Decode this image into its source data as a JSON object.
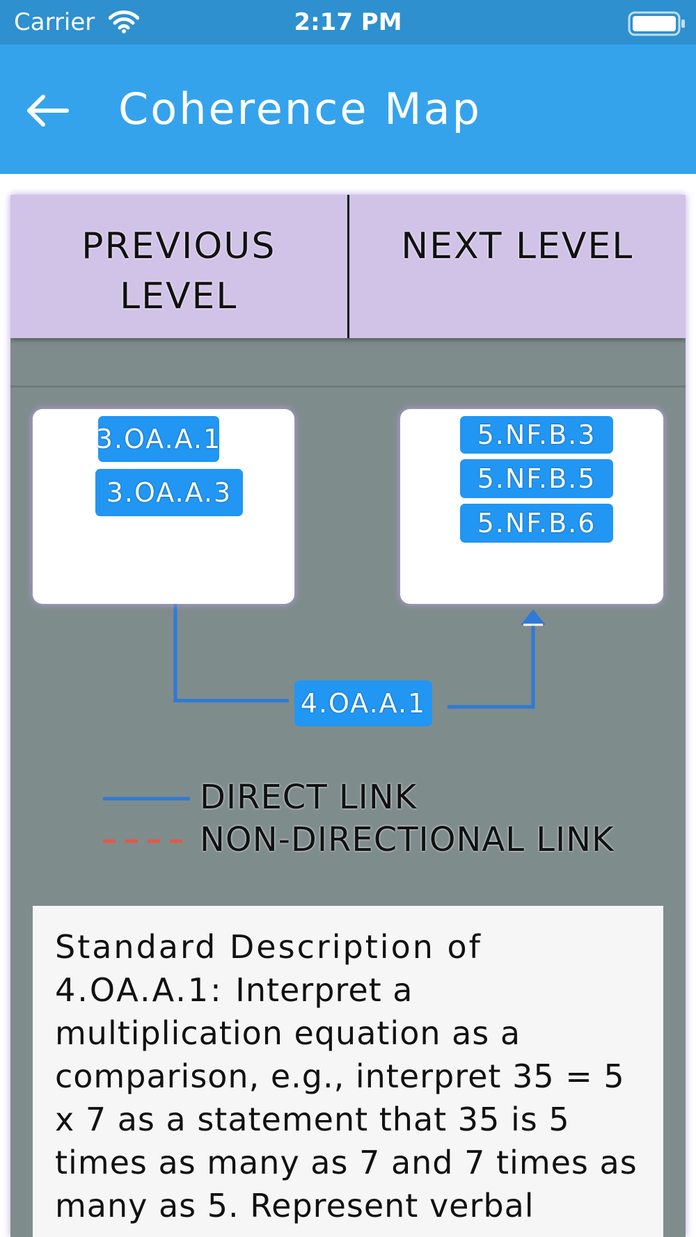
{
  "status_bar": {
    "carrier": "Carrier",
    "time": "2:17 PM",
    "wifi_icon": "wifi-icon",
    "battery_icon": "battery-icon"
  },
  "app_bar": {
    "title": "Coherence Map",
    "back_icon": "arrow-left-icon"
  },
  "level_nav": {
    "previous_label": "PREVIOUS LEVEL",
    "next_label": "NEXT LEVEL"
  },
  "previous_standards": [
    "3.OA.A.1",
    "3.OA.A.3"
  ],
  "next_standards": [
    "5.NF.B.3",
    "5.NF.B.5",
    "5.NF.B.6"
  ],
  "current_standard": "4.OA.A.1",
  "legend": {
    "direct_label": "DIRECT LINK",
    "non_directional_label": "NON-DIRECTIONAL LINK",
    "direct_color": "#2e7ad8",
    "non_directional_color": "#e05a4a"
  },
  "description": {
    "heading": "Standard Description of 4.OA.A.1:",
    "text": "Interpret a multiplication equation as a comparison, e.g., interpret 35 = 5 x 7 as a statement that 35 is 5 times as many as 7 and 7 times as many as 5. Represent verbal"
  },
  "colors": {
    "status_bar": "#2e90ce",
    "app_bar": "#34a3ec",
    "nav_background": "#d0c3e7",
    "map_background": "#7f8c8c",
    "chip": "#2196f3"
  }
}
